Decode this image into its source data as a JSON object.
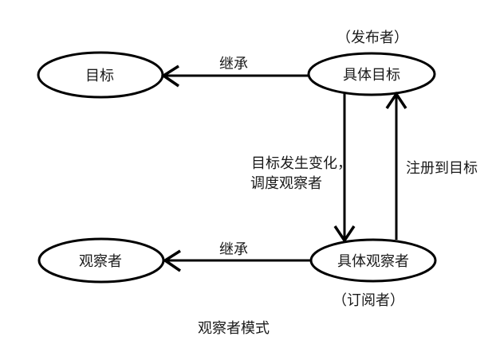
{
  "diagram": {
    "title": "观察者模式",
    "nodes": {
      "target": {
        "label": "目标"
      },
      "concrete_target": {
        "label": "具体目标",
        "annotation": "（发布者）"
      },
      "observer": {
        "label": "观察者"
      },
      "concrete_observer": {
        "label": "具体观察者",
        "annotation": "（订阅者）"
      }
    },
    "edges": {
      "inherit_top": {
        "label": "继承",
        "from": "具体目标",
        "to": "目标"
      },
      "inherit_bottom": {
        "label": "继承",
        "from": "具体观察者",
        "to": "观察者"
      },
      "notify": {
        "label_line1": "目标发生变化，",
        "label_line2": "调度观察者",
        "from": "具体目标",
        "to": "具体观察者"
      },
      "register": {
        "label": "注册到目标",
        "from": "具体观察者",
        "to": "具体目标"
      }
    },
    "colors": {
      "stroke": "#000000",
      "text": "#1a1a1a",
      "background": "#ffffff"
    }
  }
}
